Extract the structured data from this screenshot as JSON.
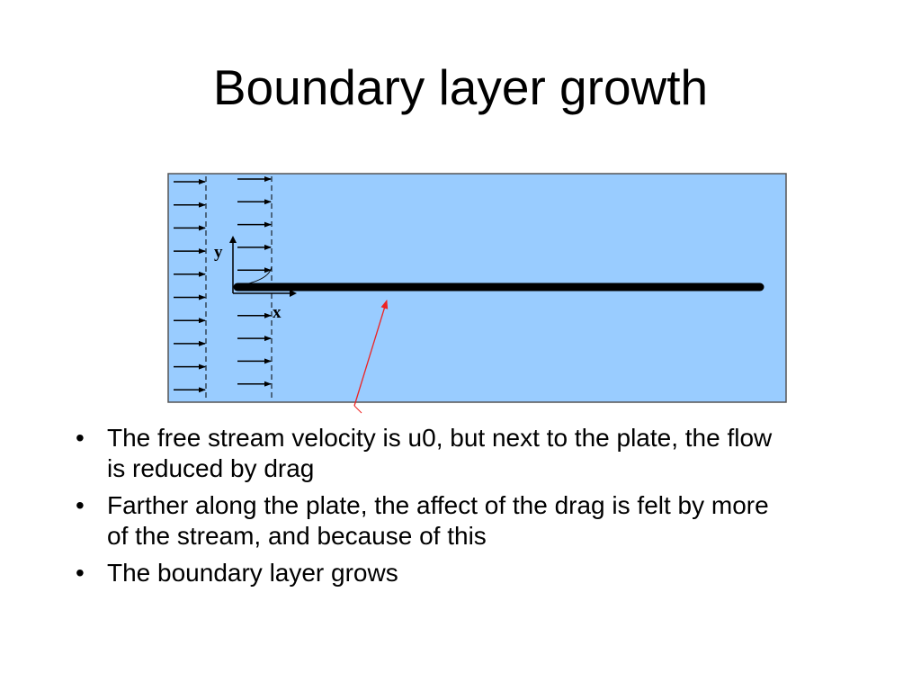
{
  "slide": {
    "title": "Boundary layer growth"
  },
  "diagram": {
    "axis_y_label": "y",
    "axis_x_label": "x",
    "colors": {
      "flow_field": "#99ccff",
      "plate": "#000000",
      "pointer_arrow": "#ee2222"
    }
  },
  "bullets": {
    "symbol": "•",
    "items": [
      "The free stream velocity is u0, but next to the plate, the flow is reduced by drag",
      "Farther along the plate, the affect of the drag is felt by more of the stream, and because of this",
      "The boundary layer grows"
    ]
  }
}
